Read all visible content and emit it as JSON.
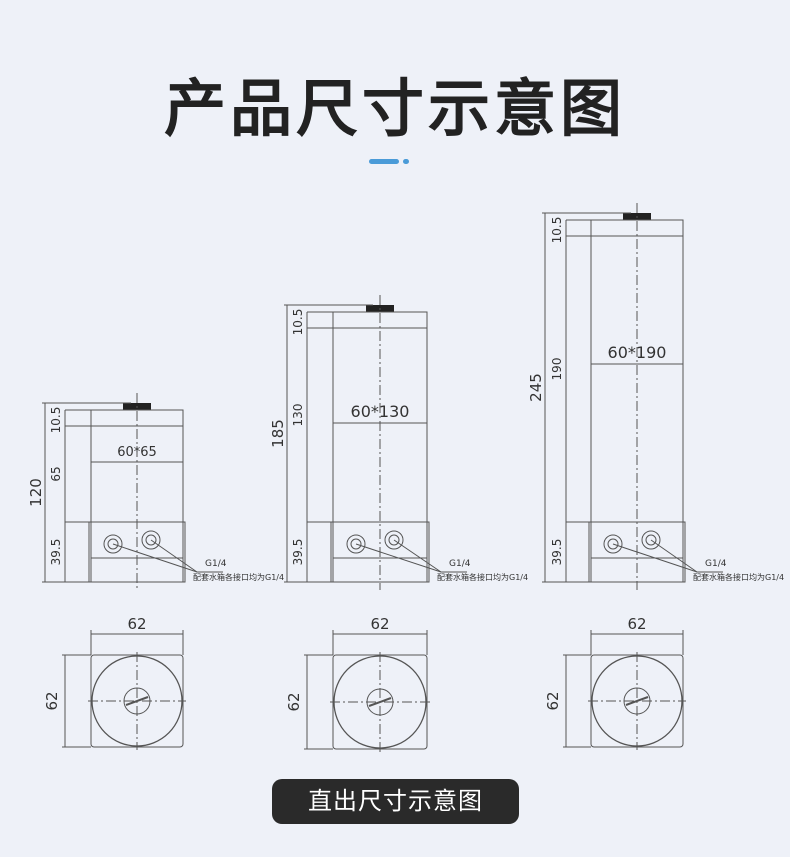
{
  "title": "产品尺寸示意图",
  "accent_color": "#4a9bd8",
  "units": [
    {
      "size": "60*65",
      "total": "120",
      "top": "10.5",
      "mid": "65",
      "base": "39.5",
      "port": "G1/4",
      "note": "配套水箱各接口均为G1/4",
      "width": "62",
      "depth": "62"
    },
    {
      "size": "60*130",
      "total": "185",
      "top": "10.5",
      "mid": "130",
      "base": "39.5",
      "port": "G1/4",
      "note": "配套水箱各接口均为G1/4",
      "width": "62",
      "depth": "62"
    },
    {
      "size": "60*190",
      "total": "245",
      "top": "10.5",
      "mid": "190",
      "base": "39.5",
      "port": "G1/4",
      "note": "配套水箱各接口均为G1/4",
      "width": "62",
      "depth": "62"
    }
  ],
  "footer_button": "直出尺寸示意图"
}
